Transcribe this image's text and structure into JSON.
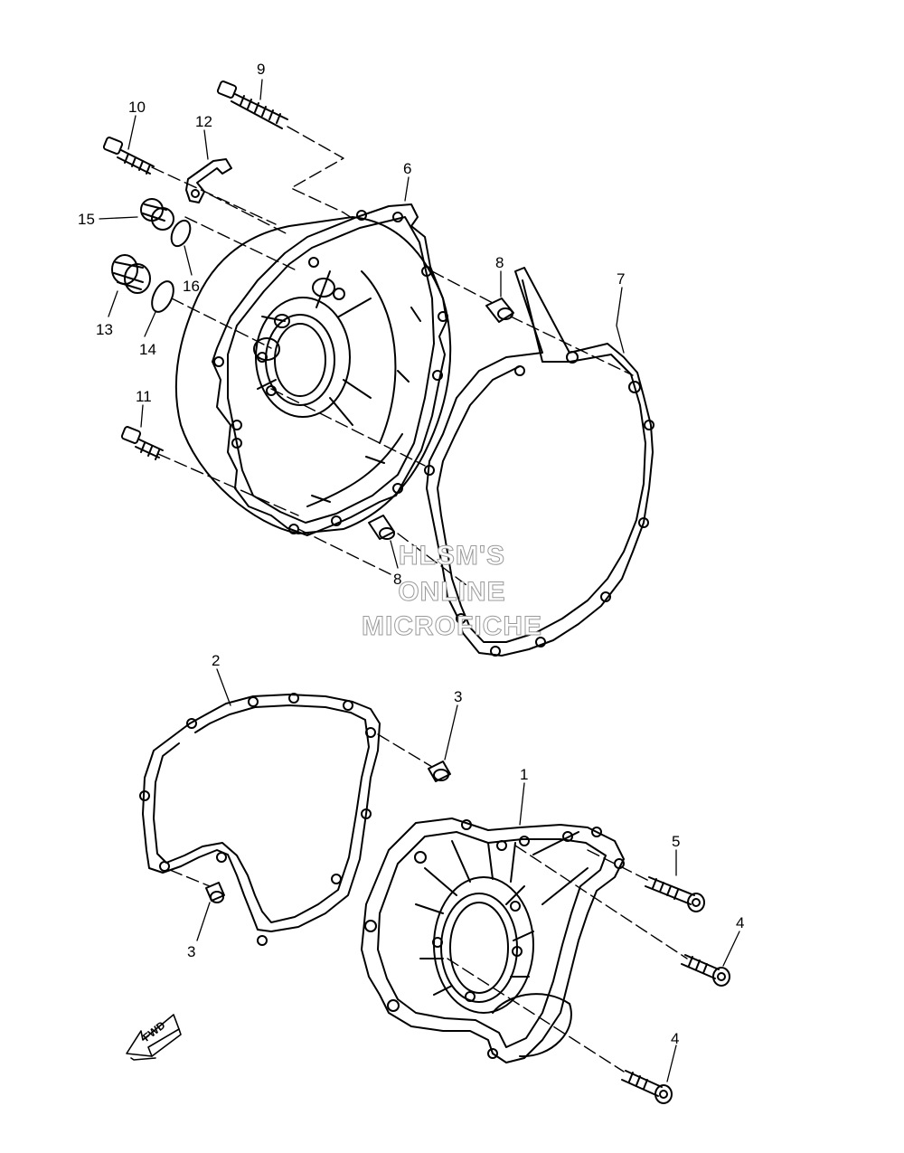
{
  "watermark": {
    "line1": "HLSM'S",
    "line2": "ONLINE",
    "line3": "MICROFICHE"
  },
  "fwd_label": "FWD",
  "callouts": [
    "1",
    "2",
    "3",
    "3",
    "4",
    "4",
    "5",
    "6",
    "7",
    "8",
    "8",
    "9",
    "10",
    "11",
    "12",
    "13",
    "14",
    "15",
    "16"
  ],
  "colors": {
    "line": "#000000",
    "watermark_stroke": "#9a9a9a"
  },
  "icons": [
    "forward-arrow-icon"
  ]
}
